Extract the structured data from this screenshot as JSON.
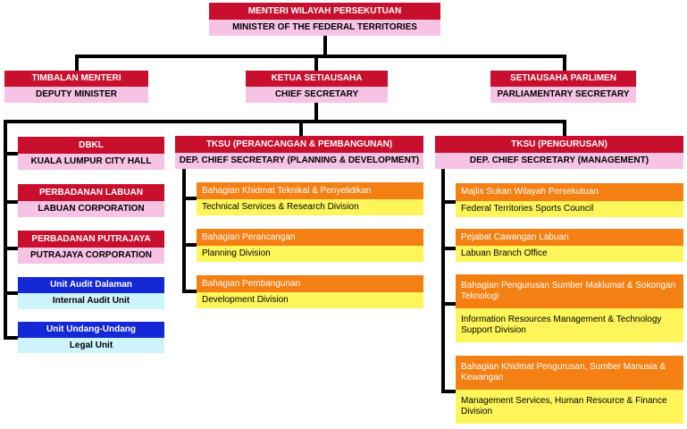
{
  "org": {
    "minister": {
      "title": "MENTERI WILAYAH PERSEKUTUAN",
      "subtitle": "MINISTER OF THE FEDERAL TERRITORIES"
    },
    "deputy_minister": {
      "title": "TIMBALAN MENTERI",
      "subtitle": "DEPUTY MINISTER"
    },
    "chief_secretary": {
      "title": "KETUA SETIAUSAHA",
      "subtitle": "CHIEF SECRETARY"
    },
    "parliamentary_secretary": {
      "title": "SETIAUSAHA PARLIMEN",
      "subtitle": "PARLIAMENTARY SECRETARY"
    },
    "agencies": [
      {
        "title": "DBKL",
        "subtitle": "KUALA LUMPUR CITY HALL"
      },
      {
        "title": "PERBADANAN LABUAN",
        "subtitle": "LABUAN CORPORATION"
      },
      {
        "title": "PERBADANAN PUTRAJAYA",
        "subtitle": "PUTRAJAYA CORPORATION"
      },
      {
        "title": "Unit Audit Dalaman",
        "subtitle": "Internal Audit Unit"
      },
      {
        "title": "Unit Undang-Undang",
        "subtitle": "Legal Unit"
      }
    ],
    "planning_branch": {
      "title": "TKSU (PERANCANGAN & PEMBANGUNAN)",
      "subtitle": "DEP. CHIEF SECRETARY (PLANNING & DEVELOPMENT)",
      "divisions": [
        {
          "title": "Bahagian Khidmat Teknikal & Penyelidikan",
          "subtitle": "Technical Services & Research Division"
        },
        {
          "title": "Bahagian Perancangan",
          "subtitle": "Planning Division"
        },
        {
          "title": "Bahagian Pembangunan",
          "subtitle": "Development Division"
        }
      ]
    },
    "management_branch": {
      "title": "TKSU (PENGURUSAN)",
      "subtitle": "DEP. CHIEF SECRETARY (MANAGEMENT)",
      "divisions": [
        {
          "title": "Majlis Sukan Wilayah Persekutuan",
          "subtitle": "Federal Territories Sports Council"
        },
        {
          "title": "Pejabat Cawangan Labuan",
          "subtitle": "Labuan Branch Office"
        },
        {
          "title": "Bahagian Pengurusan Sumber Maklumat & Sokongan Teknologi",
          "subtitle": "Information Resources Management & Technology Support Division"
        },
        {
          "title": "Bahagian Khidmat Pengurusan, Sumber Manusia & Kewangan",
          "subtitle": "Management Services, Human Resource & Finance Division"
        }
      ]
    }
  },
  "colors": {
    "header_red": "#c8102e",
    "label_pink": "#f7c3e4",
    "unit_blue": "#1428d6",
    "unit_cyan": "#cdf4fb",
    "division_orange": "#f48013",
    "division_yellow": "#fdf55a",
    "connector": "#000000"
  }
}
